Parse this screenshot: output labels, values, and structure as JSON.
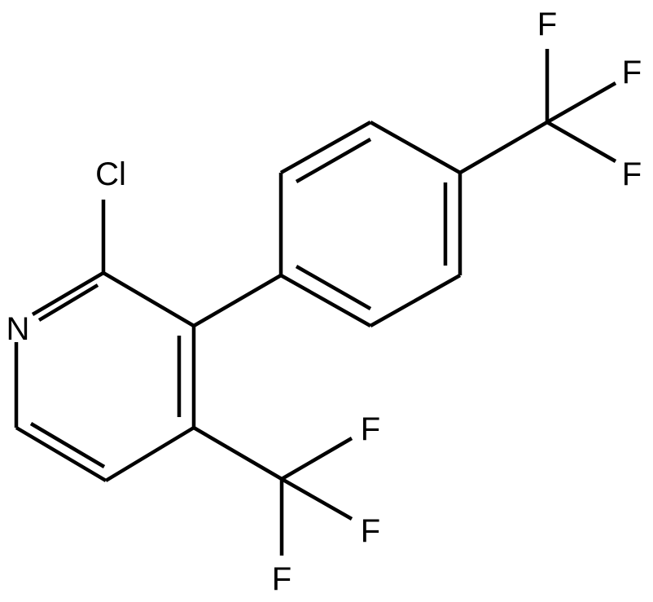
{
  "molecule": {
    "atoms": {
      "cl": "Cl",
      "n": "N",
      "f1": "F",
      "f2": "F",
      "f3": "F",
      "f4": "F",
      "f5": "F",
      "f6": "F"
    },
    "colors": {
      "bond": "#000000",
      "label": "#000000",
      "background": "#ffffff"
    }
  }
}
